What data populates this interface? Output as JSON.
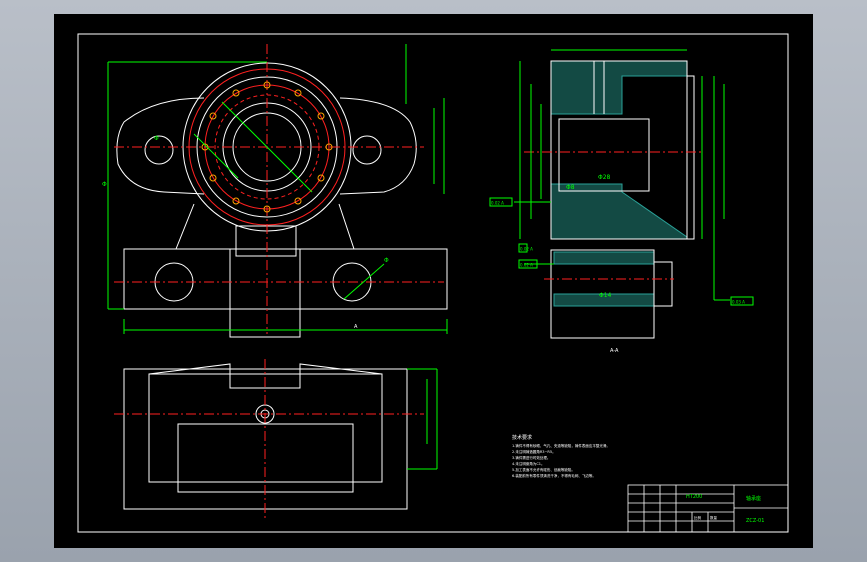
{
  "drawing": {
    "background": "#000000",
    "colors": {
      "outline": "#ffffff",
      "dimension": "#00ff00",
      "centerline": "#ff2020",
      "hatch": "#2aa198",
      "hidden": "#ffff00",
      "bolt": "#ffa500",
      "page": "#a8aeb8"
    },
    "dim_labels": {
      "top_view_height": "Φ",
      "left_bore": "Φ",
      "right_bore": "Φ",
      "section_bore": "Φ28",
      "section_small": "Φ8",
      "section_bottom": "Φ14",
      "section_mark": "A-A",
      "center_mark": "A"
    },
    "tolerance_boxes": [
      "0.02 A",
      "0.02 A",
      "0.02 A",
      "0.03 A"
    ],
    "tech_req": {
      "title": "技术要求",
      "items": [
        "1.铸件不得有砂眼、气孔、夹渣等缺陷，铸件表面应平整光滑。",
        "2.未注明铸造圆角R3~R5。",
        "3.铸件需进行时效处理。",
        "4.未注明倒角为C1。",
        "5.加工表面不允许有碰伤、划痕等缺陷。",
        "6.装配前所有零件须清洗干净，不得有毛刺、飞边等。"
      ]
    },
    "title_block": {
      "material": "HT200",
      "part_name": "轴承座",
      "drawing_no": "ZCZ-01",
      "scale_label": "比例",
      "qty_label": "数量"
    }
  }
}
